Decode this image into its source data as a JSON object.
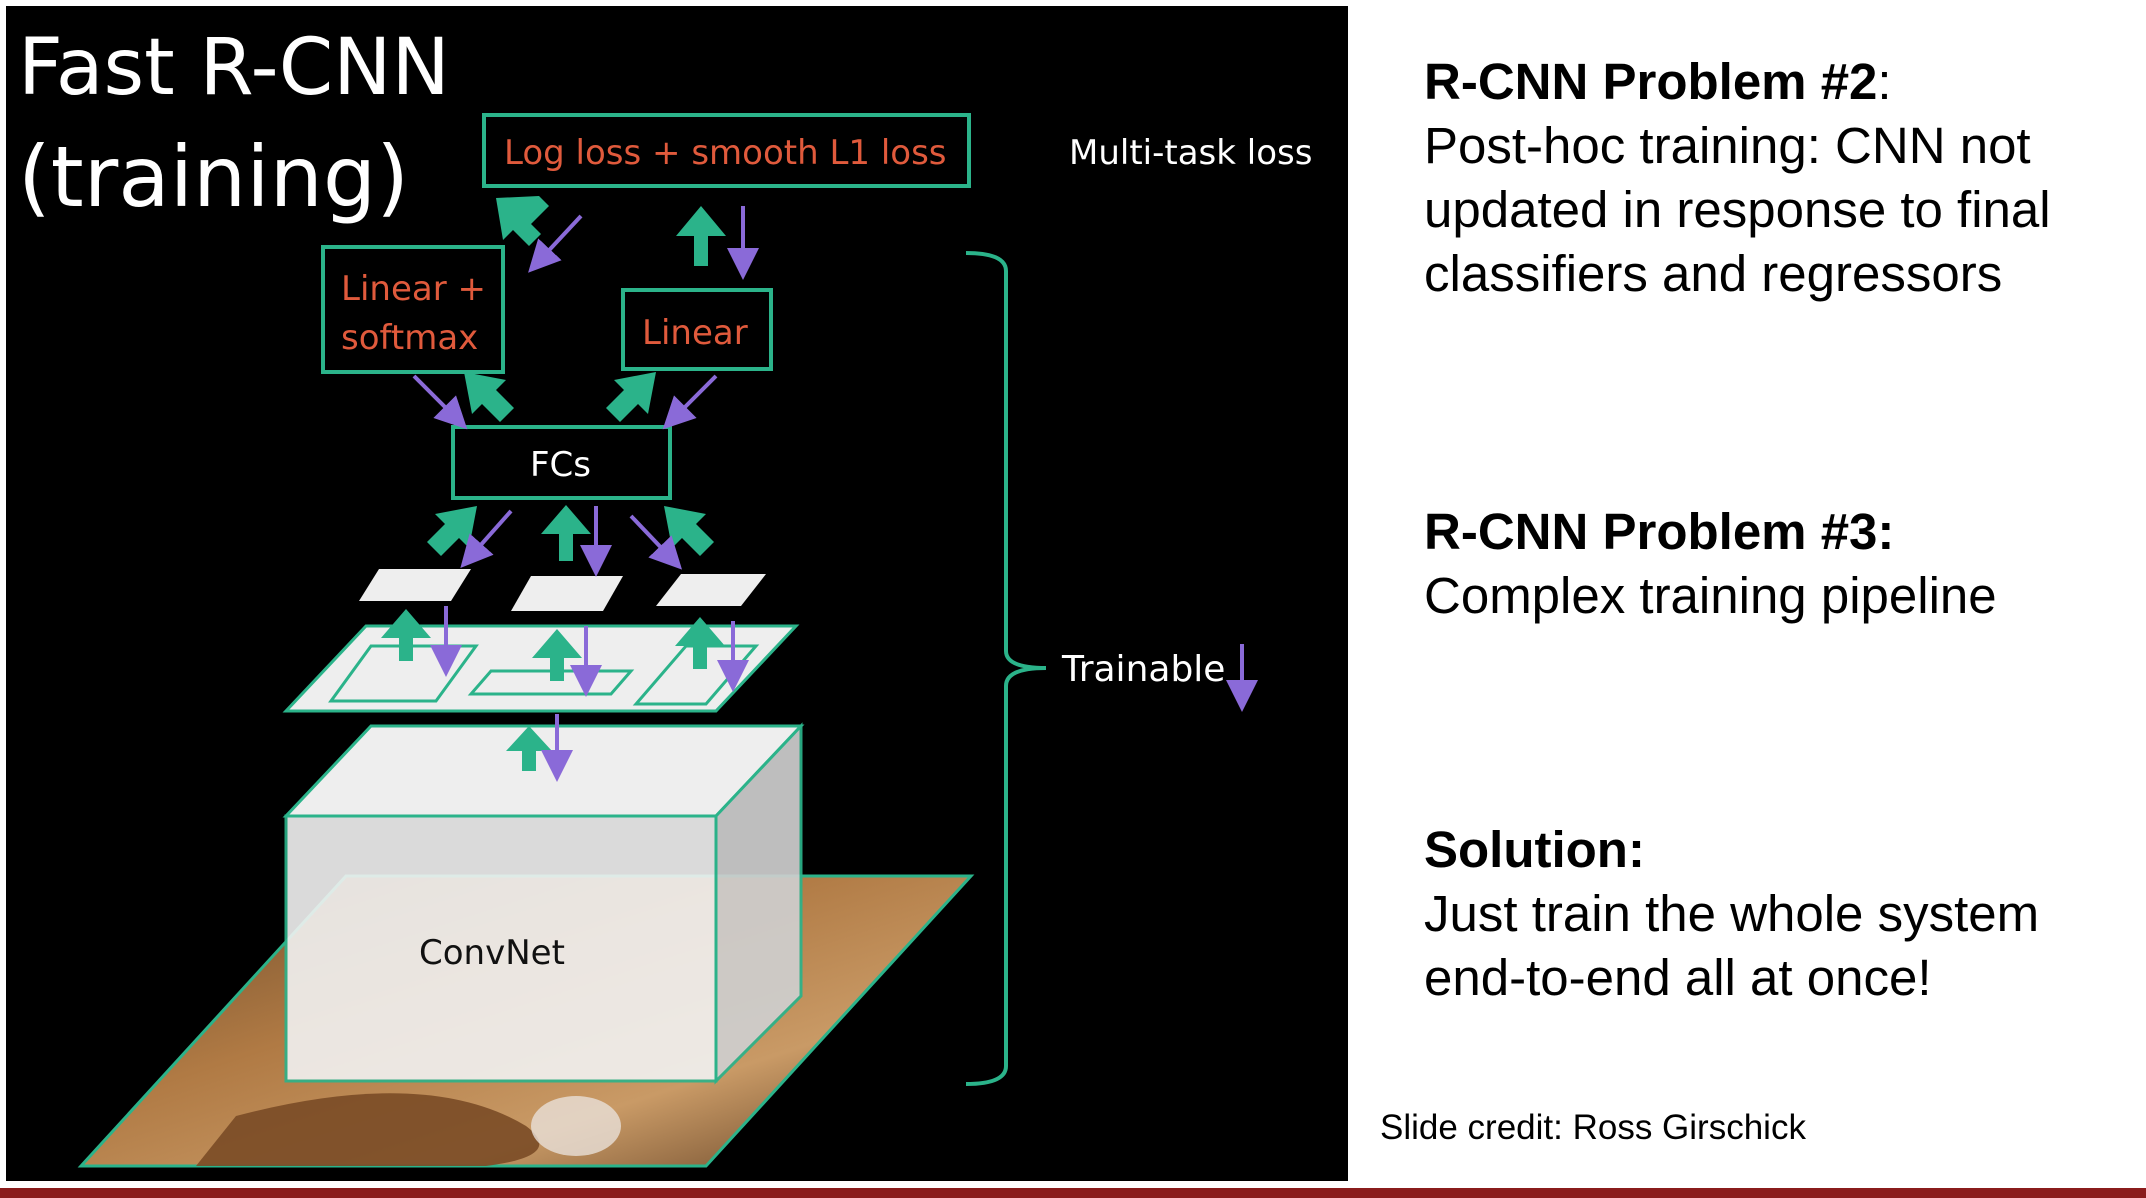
{
  "slide": {
    "title_line1": "Fast R-CNN",
    "title_line2": "(training)"
  },
  "diagram": {
    "loss_box": "Log loss + smooth L1 loss",
    "multitask_label": "Multi-task loss",
    "linear_softmax_line1": "Linear +",
    "linear_softmax_line2": "softmax",
    "linear_box": "Linear",
    "fcs_box": "FCs",
    "trainable_label": "Trainable",
    "convnet_label": "ConvNet"
  },
  "right": {
    "problem2_head": "R-CNN Problem #2",
    "problem2_colon": ":",
    "problem2_line1": "Post-hoc training: CNN not",
    "problem2_line2": "updated in response to final",
    "problem2_line3": "classifiers and regressors",
    "problem3_head": "R-CNN Problem #3:",
    "problem3_line1": "Complex training pipeline",
    "solution_head": "Solution:",
    "solution_line1": "Just train the whole system",
    "solution_line2": "end-to-end all at once!"
  },
  "footer": {
    "credit": "Slide credit: Ross Girschick"
  },
  "colors": {
    "accent_green": "#2bb38a",
    "arrow_purple": "#8a6ad8",
    "label_red": "#e05a3c",
    "bottom_bar": "#8a1c1c"
  }
}
